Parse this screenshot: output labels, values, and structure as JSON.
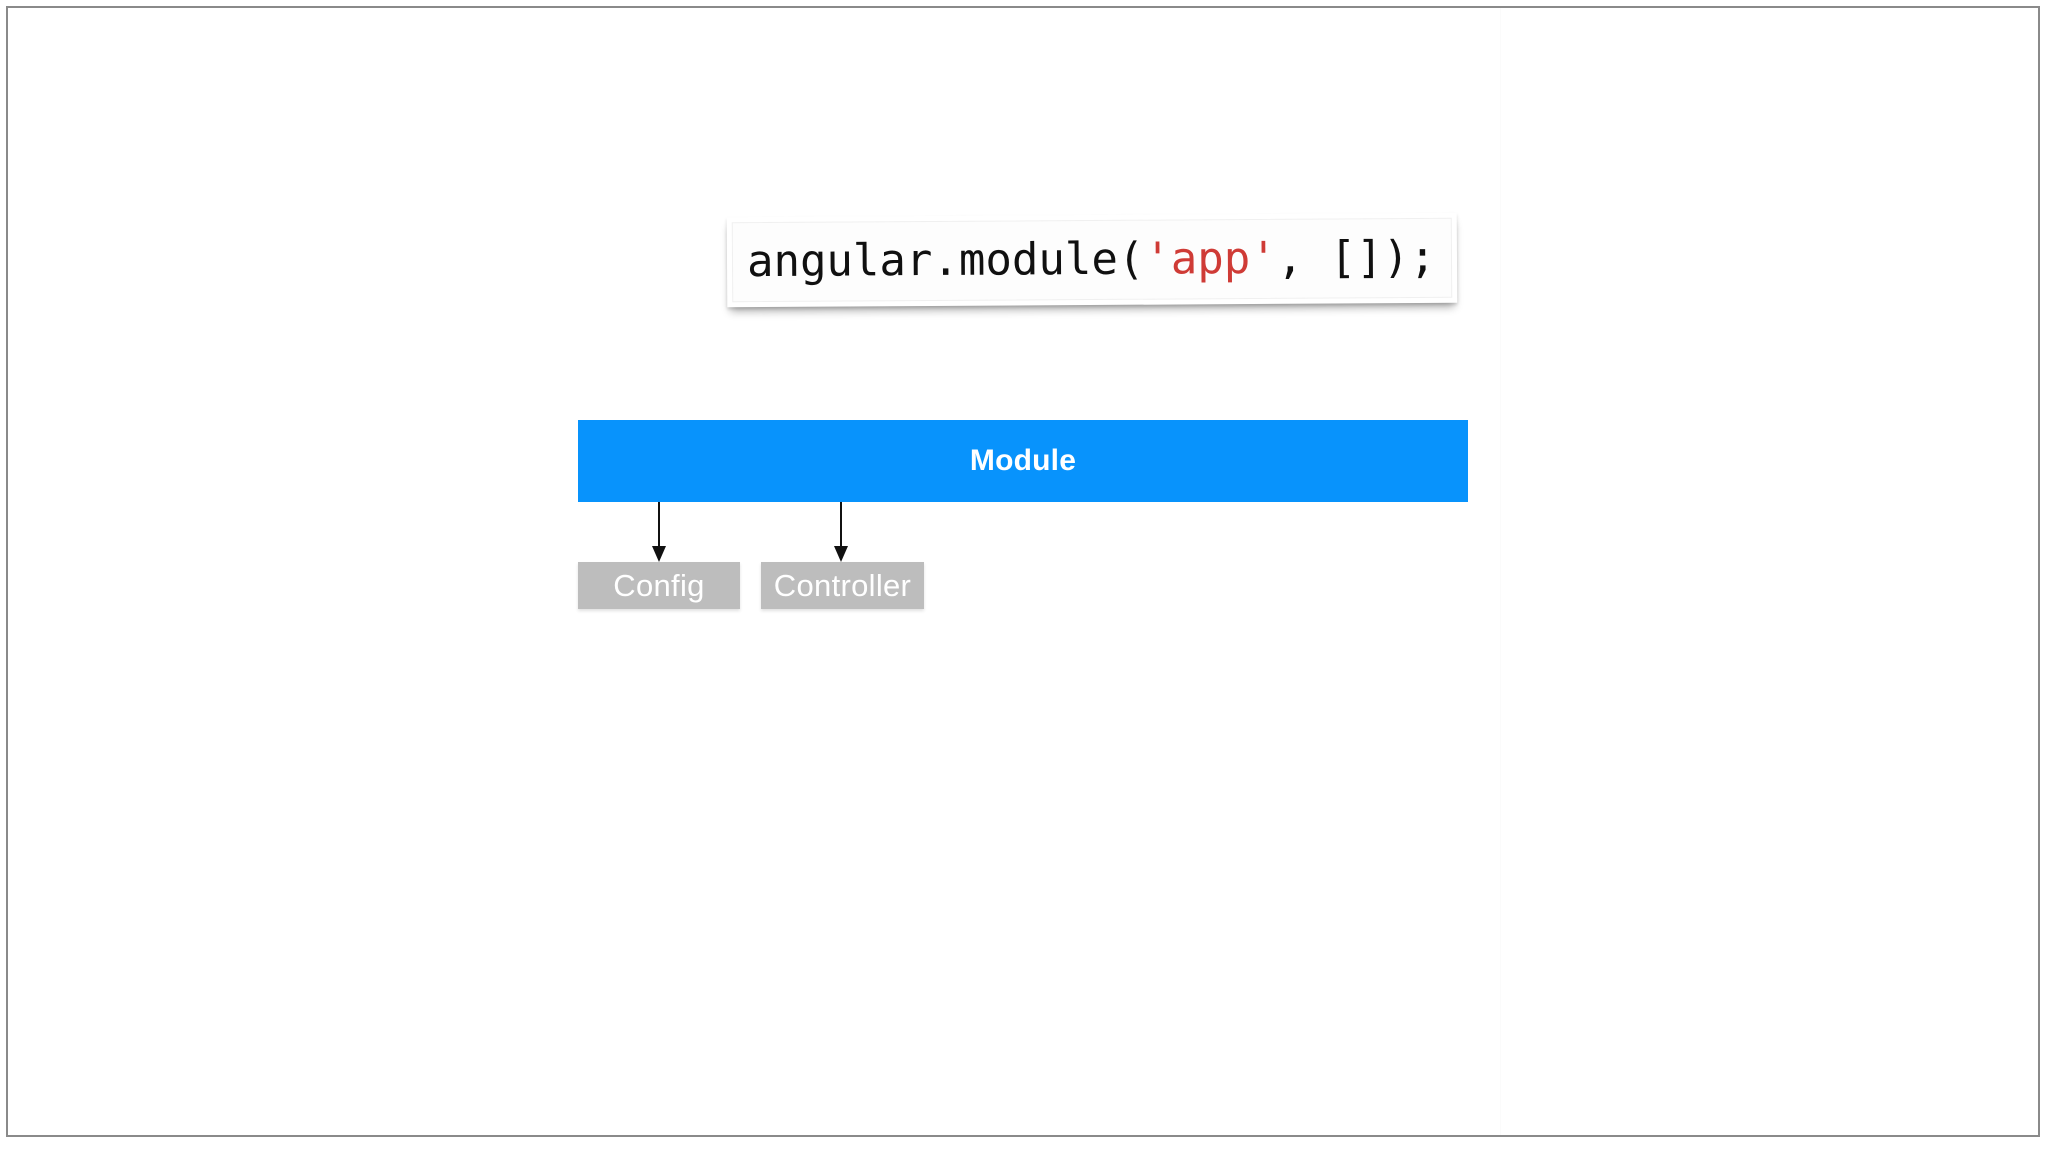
{
  "slide": {
    "background_color": "#ffffff",
    "frame_color": "#8a8a8a"
  },
  "code_card": {
    "name": "angular-module-snippet",
    "segments": {
      "before": "angular.module(",
      "string": "'app'",
      "after": ", []);"
    },
    "full_text": "angular.module('app', []);",
    "string_color": "#cf3b36",
    "text_color": "#101010",
    "background_color": "#ffffff"
  },
  "diagram": {
    "type": "hierarchy",
    "root": {
      "label": "Module",
      "color": "#0893fc",
      "text_color": "#ffffff"
    },
    "children": [
      {
        "label": "Config",
        "color": "#bdbdbd",
        "text_color": "#ffffff"
      },
      {
        "label": "Controller",
        "color": "#bdbdbd",
        "text_color": "#ffffff"
      }
    ],
    "connectors": [
      {
        "from": "Module",
        "to": "Config",
        "style": "arrow-down"
      },
      {
        "from": "Module",
        "to": "Controller",
        "style": "arrow-down"
      }
    ]
  }
}
